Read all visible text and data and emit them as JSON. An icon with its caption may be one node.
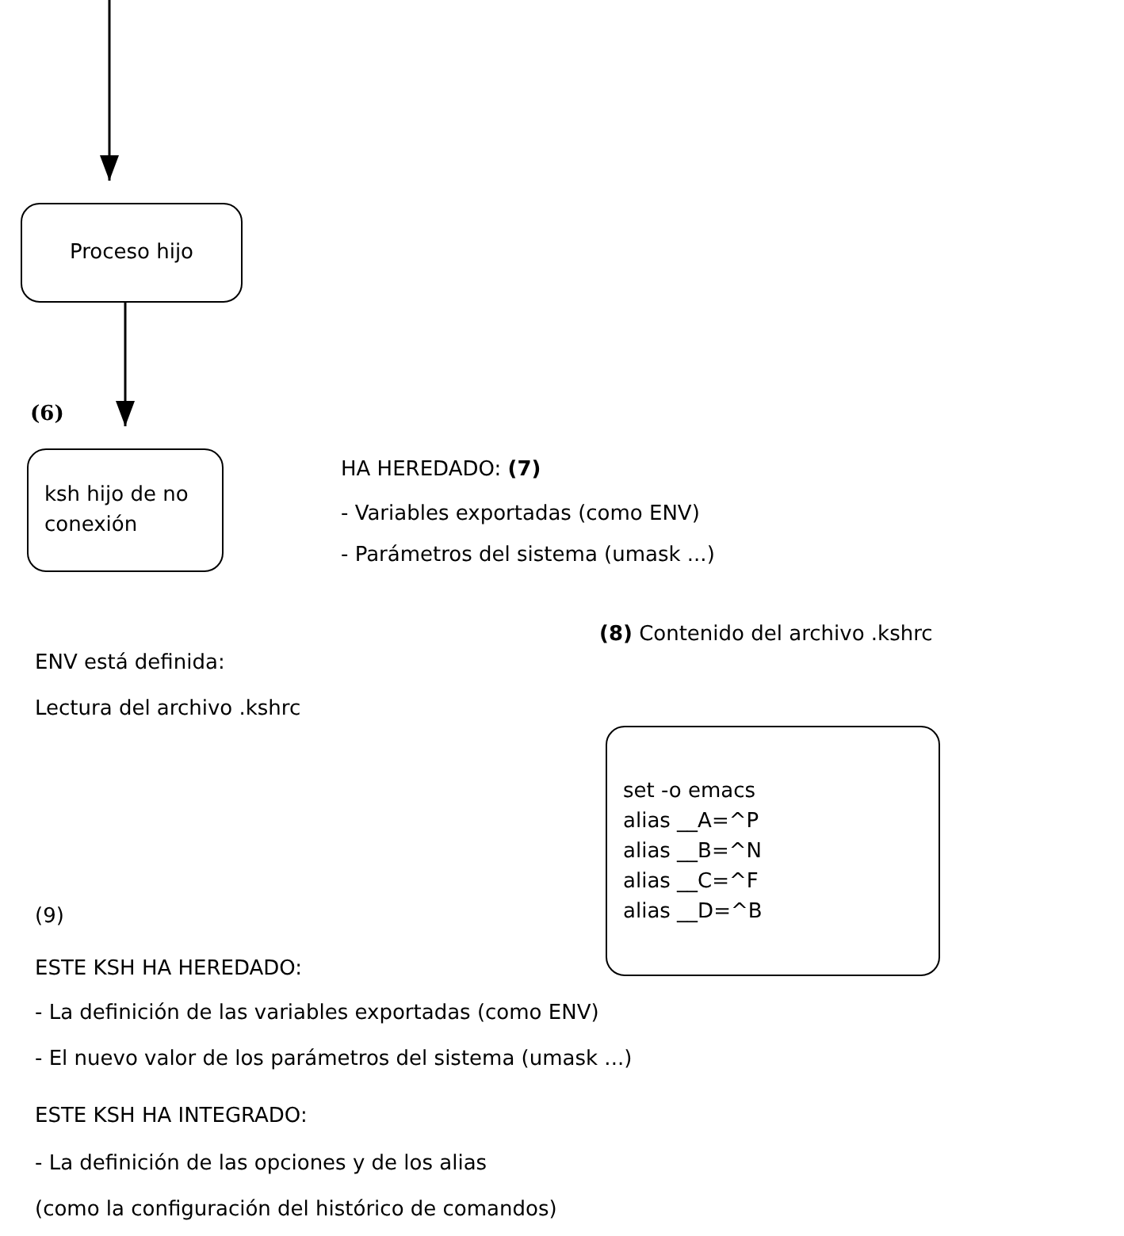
{
  "diagram": {
    "nodes": [
      {
        "text": [
          "Proceso hijo"
        ]
      },
      {
        "text": [
          "ksh hijo de no conexión"
        ],
        "beside": [
          "(6)"
        ]
      },
      {
        "text": [
          "**(8)** Contenido del archivo .kshrc",
          "set -o emacs",
          "alias __A=^P",
          "alias __B=^N",
          "alias __C=^F",
          "alias __D=^B"
        ]
      }
    ],
    "edges": [
      {
        "from": null,
        "to": 0,
        "arrow": "to"
      },
      {
        "from": 0,
        "to": 1,
        "arrow": "to"
      }
    ],
    "labels": [
      "HA HEREDADO: **(7)**",
      "- Variables exportadas (como ENV)",
      "- Parámetros del sistema (umask ...)",
      "ENV está definida:",
      "Lectura del archivo .kshrc",
      "(9)",
      "ESTE KSH HA HEREDADO:",
      "- La definición de las variables exportadas (como ENV)",
      "- El nuevo valor de los parámetros del sistema (umask ...)",
      "ESTE KSH HA INTEGRADO:",
      "- La definición de las opciones y de los alias",
      "(como la configuración del histórico de comandos)"
    ]
  }
}
